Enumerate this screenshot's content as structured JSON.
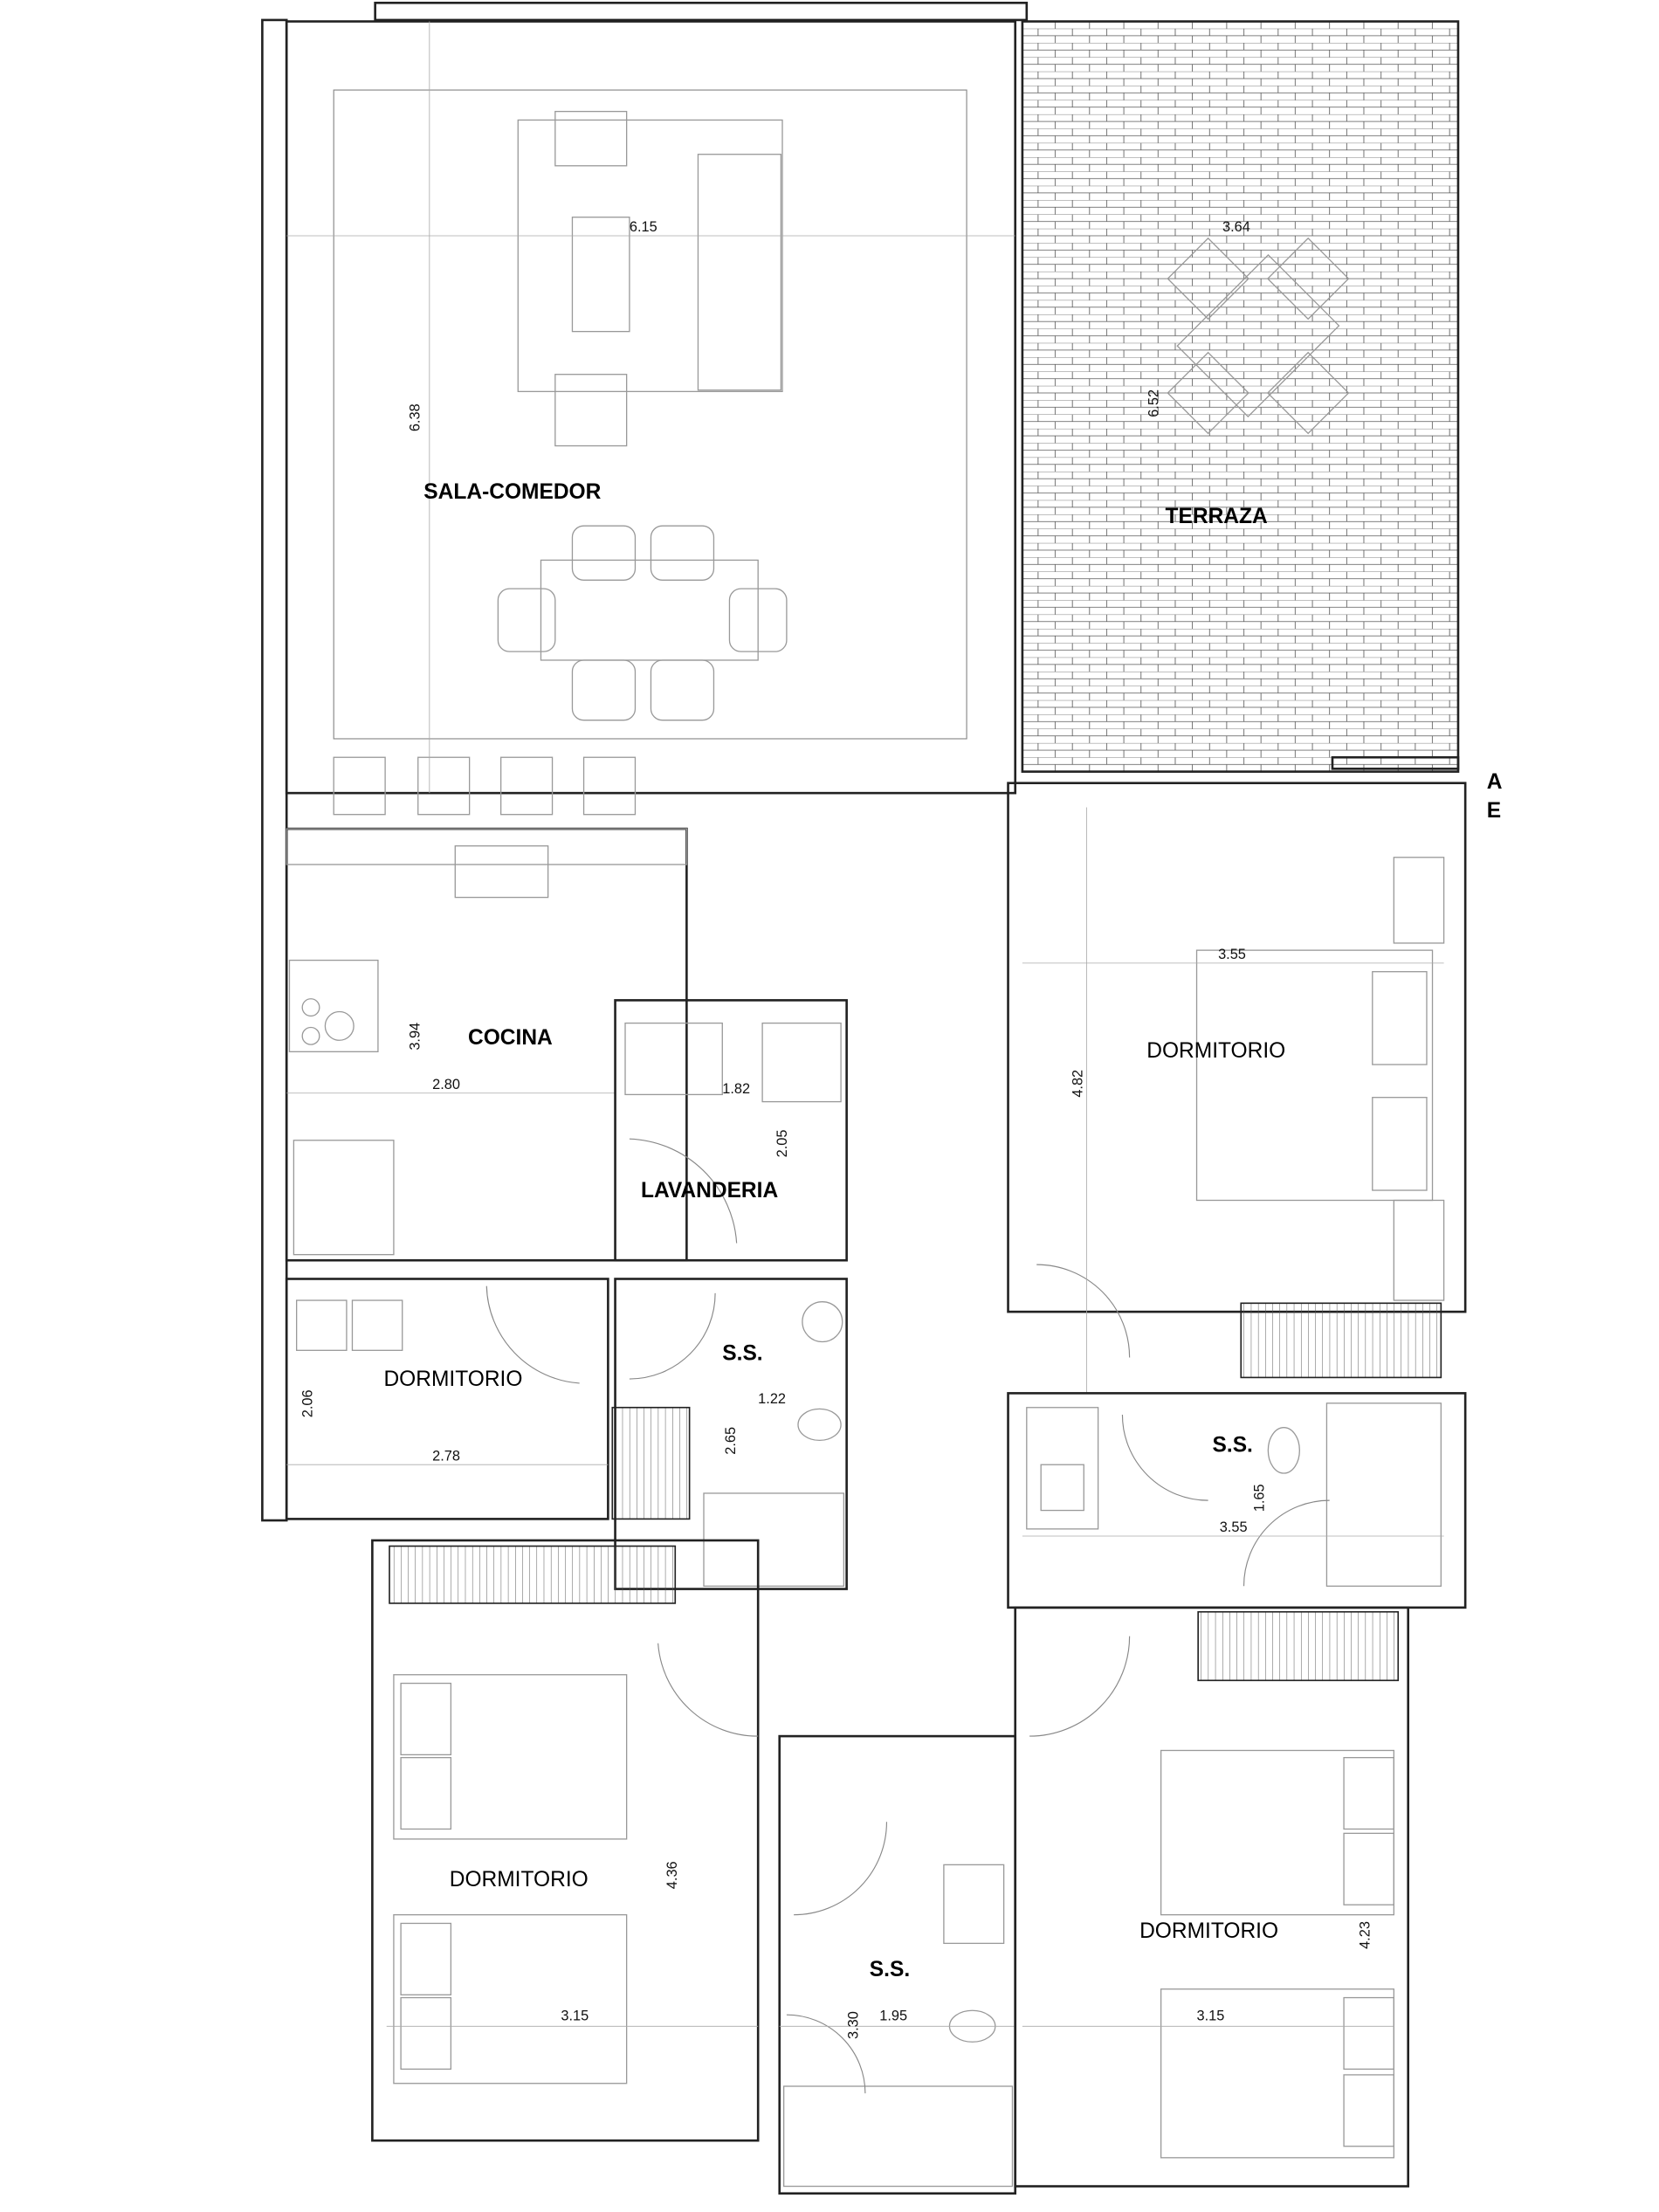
{
  "rooms": {
    "sala_comedor": "SALA-COMEDOR",
    "terraza": "TERRAZA",
    "cocina": "COCINA",
    "lavanderia": "LAVANDERIA",
    "dormitorio_small": "DORMITORIO",
    "ss_small": "S.S.",
    "dormitorio_master": "DORMITORIO",
    "ss_master": "S.S.",
    "dormitorio_bl": "DORMITORIO",
    "ss_bottom": "S.S.",
    "dormitorio_br": "DORMITORIO"
  },
  "dimensions": {
    "sala_w": "6.15",
    "sala_h": "6.38",
    "terraza_w": "3.64",
    "terraza_h": "6.52",
    "cocina_h": "3.94",
    "cocina_w": "2.80",
    "lav_w": "1.82",
    "lav_h": "2.05",
    "dorm_small_h": "2.06",
    "dorm_small_w": "2.78",
    "ss_small_w": "1.22",
    "ss_small_h": "2.65",
    "master_w": "3.55",
    "master_h": "4.82",
    "ss_master_h": "1.65",
    "ss_master_w": "3.55",
    "bl_h": "4.36",
    "bl_w": "3.15",
    "ss_bottom_h": "3.30",
    "ss_bottom_w": "1.95",
    "br_h": "4.23",
    "br_w": "3.15"
  },
  "edge_label": {
    "a": "A",
    "e": "E"
  }
}
